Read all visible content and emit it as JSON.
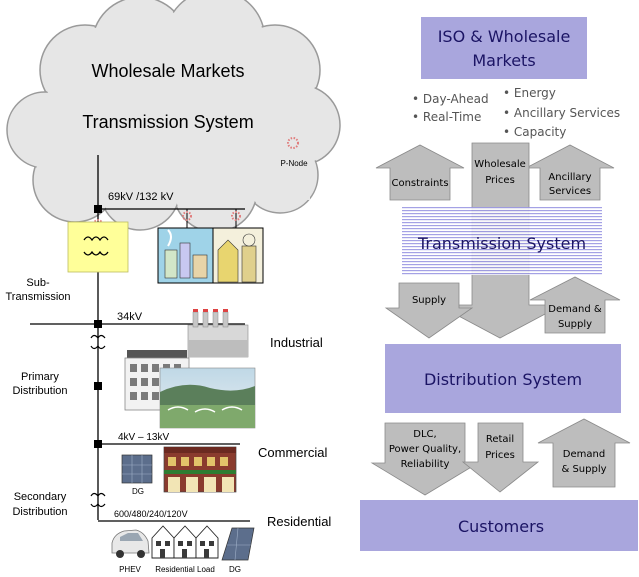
{
  "left": {
    "cloud_title_1": "Wholesale Markets",
    "cloud_title_2": "Transmission System",
    "pnode": "P-Node",
    "v_transmission": "69kV /132 kV",
    "sub_transmission_1": "Sub-",
    "sub_transmission_2": "Transmission",
    "v_34": "34kV",
    "industrial": "Industrial",
    "primary_1": "Primary",
    "primary_2": "Distribution",
    "v_4_13": "4kV – 13kV",
    "commercial": "Commercial",
    "dg": "DG",
    "secondary_1": "Secondary",
    "secondary_2": "Distribution",
    "v_600": "600/480/240/120V",
    "residential": "Residential",
    "phev": "PHEV",
    "residential_load": "Residential Load",
    "dg2": "DG"
  },
  "right": {
    "iso_1": "ISO & Wholesale",
    "iso_2": "Markets",
    "bullet_dayahead": "• Day-Ahead",
    "bullet_realtime": "• Real-Time",
    "bullet_energy": "• Energy",
    "bullet_ancillary": "• Ancillary Services",
    "bullet_capacity": "• Capacity",
    "constraints": "Constraints",
    "wholesale_1": "Wholesale",
    "wholesale_2": "Prices",
    "ancillary_1": "Ancillary",
    "ancillary_2": "Services",
    "transmission_system": "Transmission System",
    "supply": "Supply",
    "demand_supply_1": "Demand &",
    "demand_supply_2": "Supply",
    "distribution_system": "Distribution System",
    "dlc_1": "DLC,",
    "dlc_2": "Power Quality,",
    "dlc_3": "Reliability",
    "retail_1": "Retail",
    "retail_2": "Prices",
    "demand_1": "Demand",
    "demand_2": "& Supply",
    "customers": "Customers"
  },
  "colors": {
    "box_purple": "#A9A6DD",
    "box_text": "#1B1464",
    "arrow_gray": "#BDBDBD",
    "arrow_dark": "#8A8A8A",
    "cloud": "#E6E6E6",
    "transformer_bg": "#FFFF99"
  }
}
